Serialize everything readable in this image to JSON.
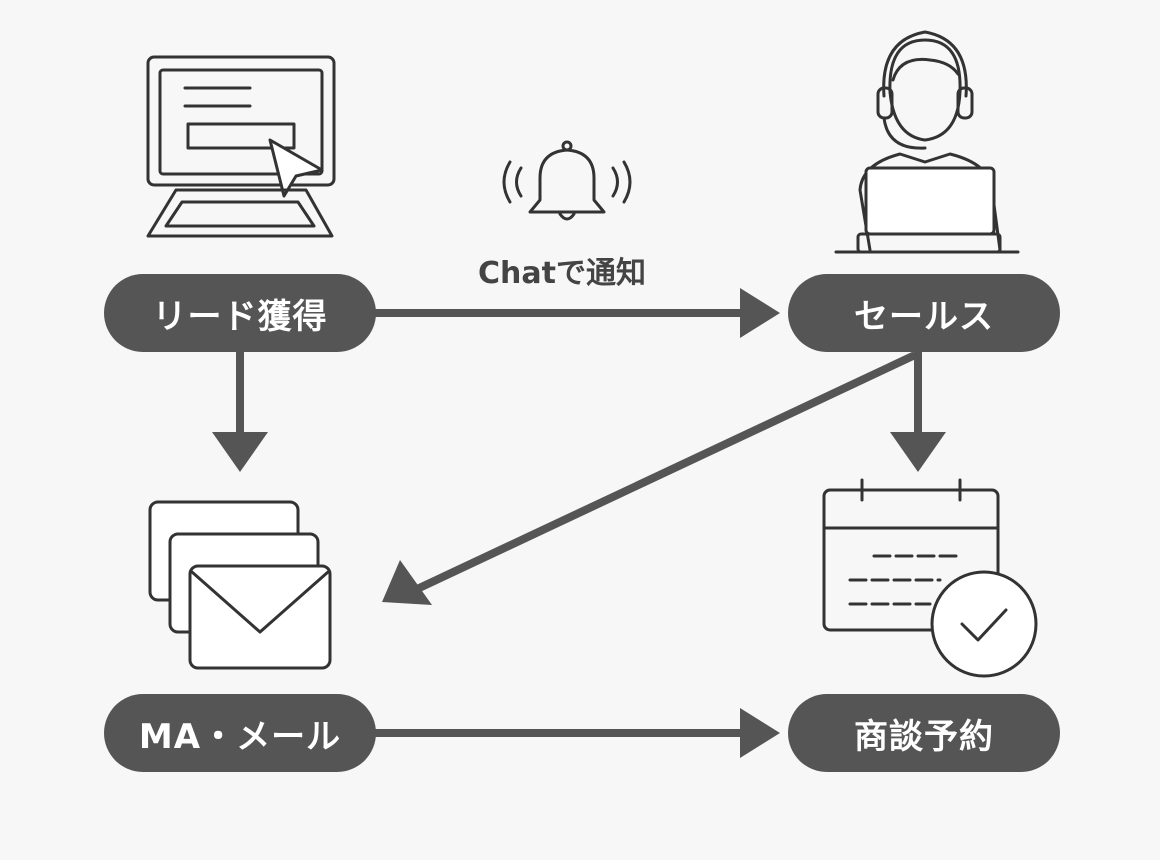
{
  "nodes": {
    "lead": {
      "label": "リード獲得",
      "icon": "computer-monitor-cursor-icon"
    },
    "sales": {
      "label": "セールス",
      "icon": "headset-operator-laptop-icon"
    },
    "ma_mail": {
      "label": "MA・メール",
      "icon": "stacked-envelopes-icon"
    },
    "meeting": {
      "label": "商談予約",
      "icon": "calendar-check-icon"
    }
  },
  "notification": {
    "label": "Chatで通知",
    "icon": "ringing-bell-icon"
  },
  "colors": {
    "pill": "#555555",
    "arrow": "#555555",
    "icon_stroke": "#333333",
    "background": "#f7f7f7"
  }
}
